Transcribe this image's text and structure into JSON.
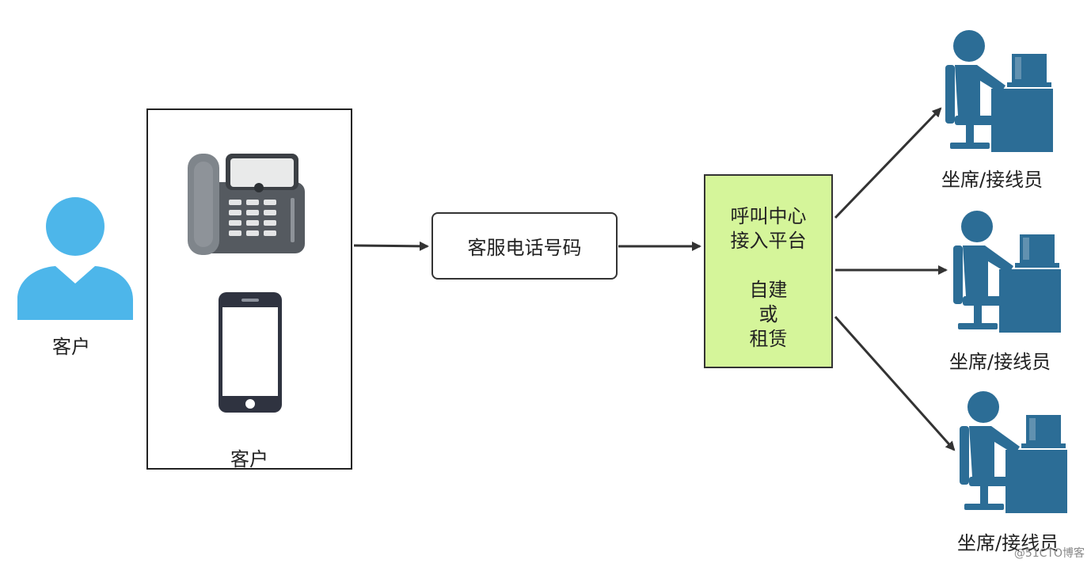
{
  "customer_person": {
    "label": "客户"
  },
  "device_group": {
    "label": "客户"
  },
  "phone_number_node": {
    "label": "客服电话号码"
  },
  "call_center_node": {
    "lines": [
      "呼叫中心",
      "接入平台",
      "",
      "自建",
      "或",
      "租赁"
    ]
  },
  "agents": [
    {
      "label": "坐席/接线员"
    },
    {
      "label": "坐席/接线员"
    },
    {
      "label": "坐席/接线员"
    }
  ],
  "watermark": "@51CTO博客",
  "colors": {
    "person": "#4db6ea",
    "agent": "#2c6d96",
    "platform_fill": "#d5f59a",
    "phone_body": "#555a60",
    "arrow": "#333333"
  },
  "icons": [
    "person-icon",
    "desk-phone-icon",
    "smartphone-icon",
    "agent-at-desk-icon"
  ]
}
